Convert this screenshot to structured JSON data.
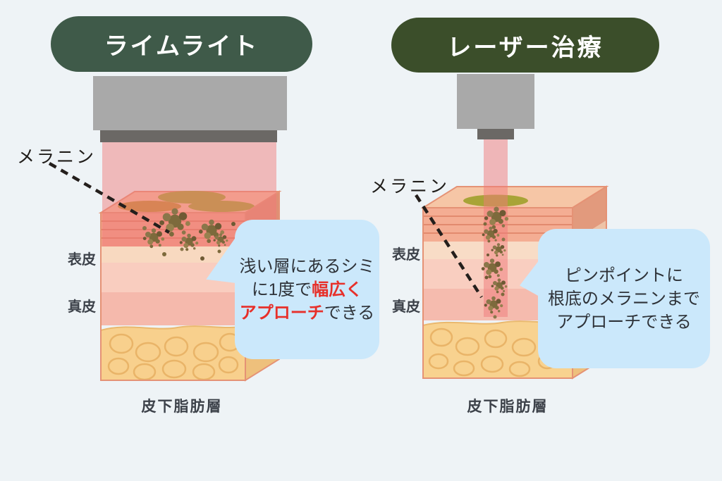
{
  "background_color": "#eef3f6",
  "panels": [
    {
      "title": "ライムライト",
      "title_bg": "#3f5a49",
      "melanin_label": "メラニン",
      "epidermis_label": "表皮",
      "dermis_label": "真皮",
      "fat_label": "皮下脂肪層",
      "bubble_lines": [
        [
          {
            "text": "浅い層にあるシミ",
            "em": false
          }
        ],
        [
          {
            "text": "に1度で",
            "em": false
          },
          {
            "text": "幅広く",
            "em": true
          }
        ],
        [
          {
            "text": "アプローチ",
            "em": true
          },
          {
            "text": "できる",
            "em": false
          }
        ]
      ]
    },
    {
      "title": "レーザー治療",
      "title_bg": "#3b4e2a",
      "melanin_label": "メラニン",
      "epidermis_label": "表皮",
      "dermis_label": "真皮",
      "fat_label": "皮下脂肪層",
      "bubble_lines": [
        [
          {
            "text": "ピンポイントに",
            "em": false
          }
        ],
        [
          {
            "text": "根底のメラニンまで",
            "em": false
          }
        ],
        [
          {
            "text": "アプローチできる",
            "em": false
          }
        ]
      ]
    }
  ],
  "colors": {
    "bubble_bg": "#cbe8fb",
    "bubble_text": "#2e3238",
    "bubble_emphasis": "#e7302a",
    "beam": "rgba(240,122,122,0.48)",
    "device_gray": "#a9a9a9",
    "device_dark": "#6b6865",
    "skin_top": "#f5bd9f",
    "epidermis_band": "#f1a289",
    "pale_band": "#f8d9c0",
    "dermis": "#f9cdbf",
    "dermis_deep": "#f5b9ac",
    "fat": "#f8d08d",
    "spot_olive": "#a8a437",
    "spot_brown": "#c28f35",
    "melanin": "#7d6a3c"
  }
}
